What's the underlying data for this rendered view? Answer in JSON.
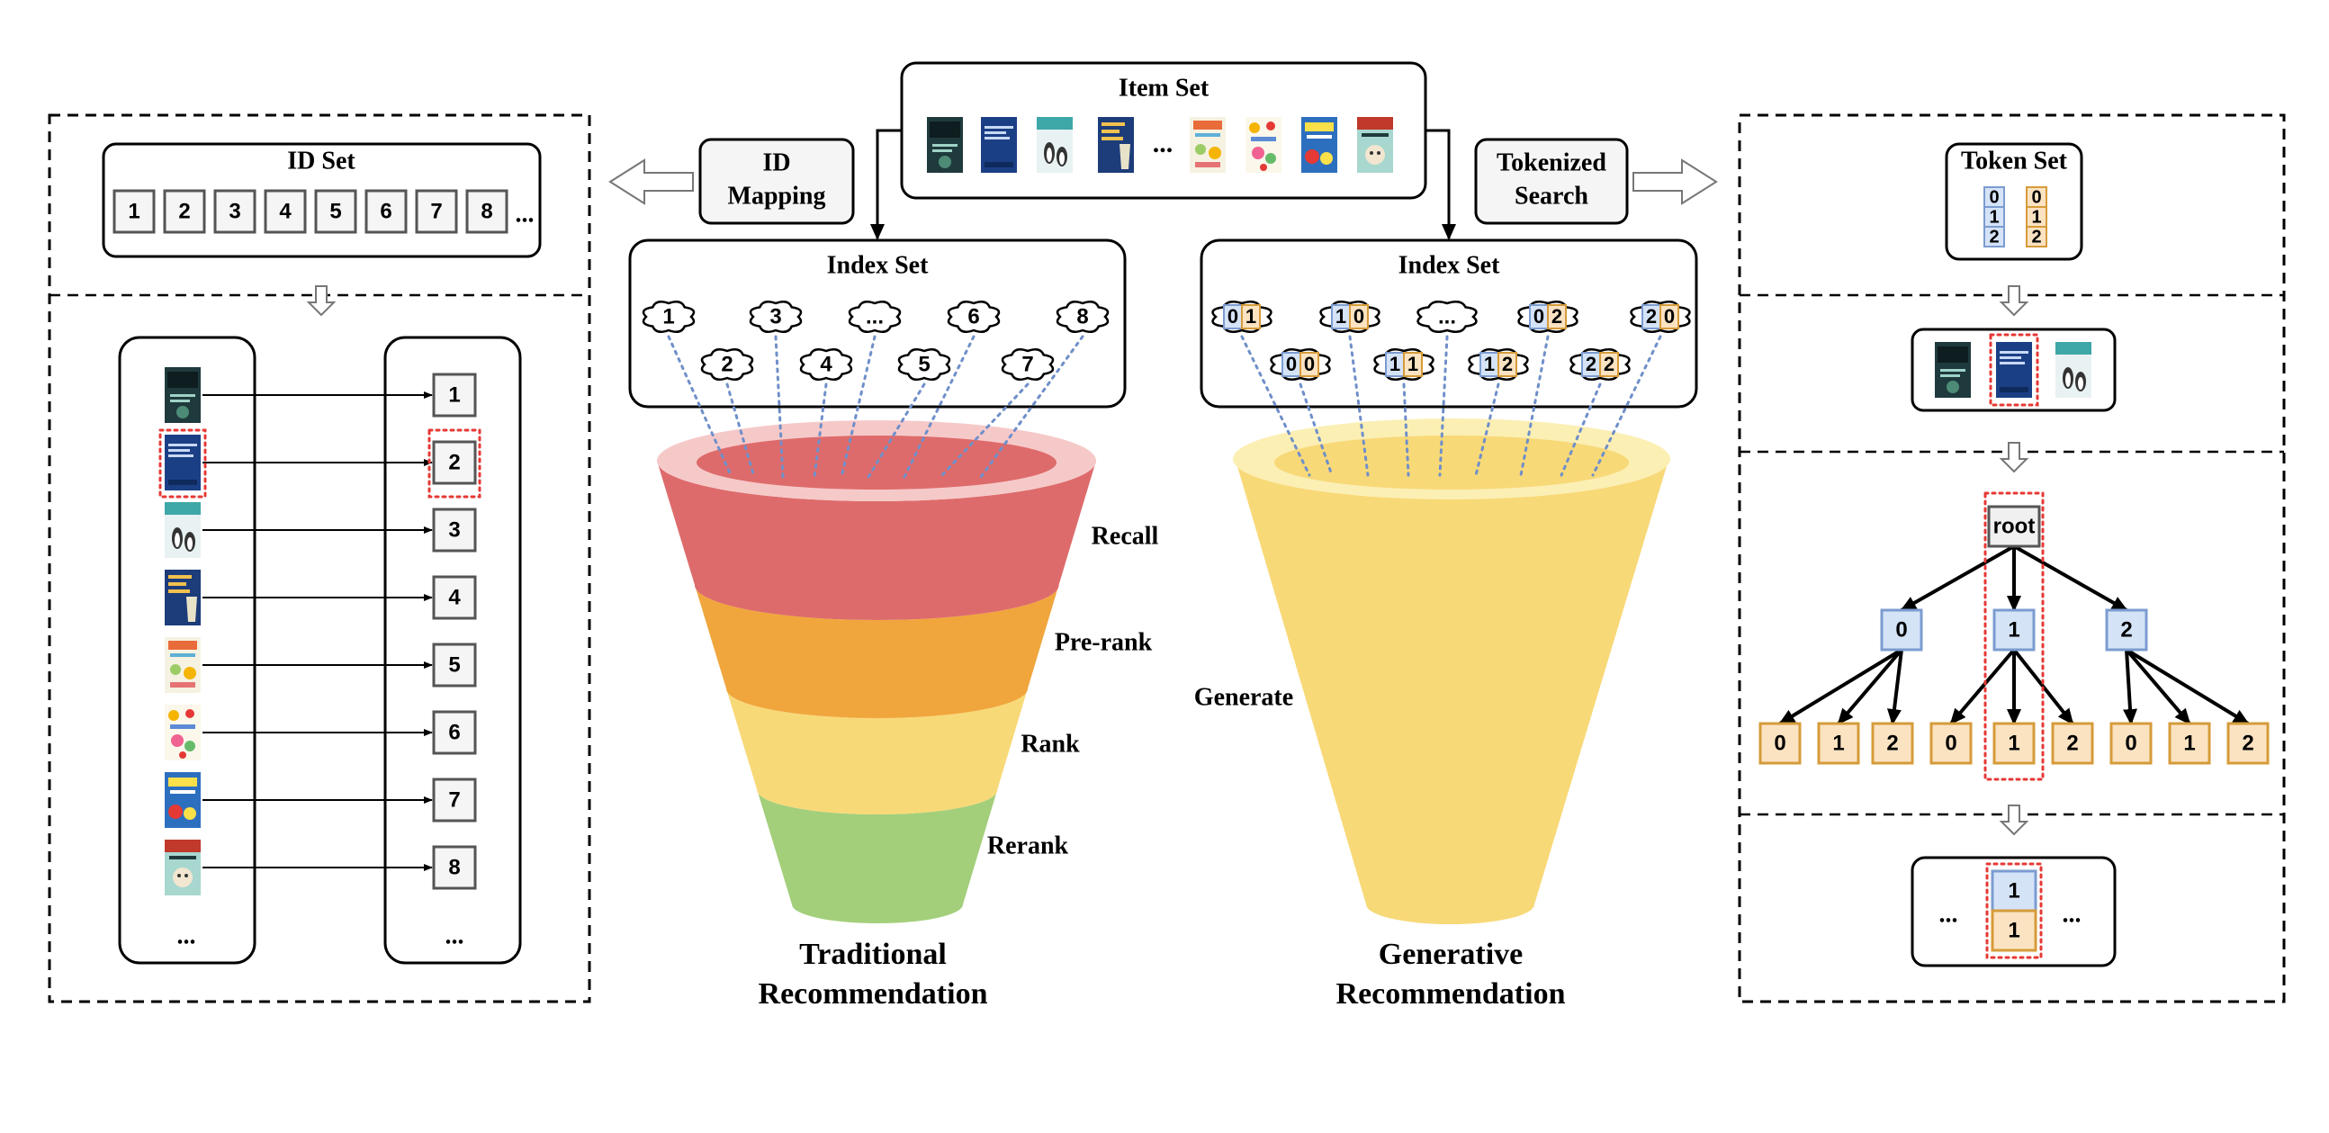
{
  "item_set": {
    "title": "Item Set",
    "ellipsis": "..."
  },
  "id_mapping": {
    "line1": "ID",
    "line2": "Mapping"
  },
  "tokenized_search": {
    "line1": "Tokenized",
    "line2": "Search"
  },
  "id_set": {
    "title": "ID Set",
    "ids": [
      "1",
      "2",
      "3",
      "4",
      "5",
      "6",
      "7",
      "8"
    ],
    "ellipsis": "..."
  },
  "mapping": {
    "ids": [
      "1",
      "2",
      "3",
      "4",
      "5",
      "6",
      "7",
      "8"
    ],
    "ellipsis_left": "...",
    "ellipsis_right": "..."
  },
  "trad_index": {
    "title": "Index Set",
    "clouds": [
      "1",
      "2",
      "3",
      "4",
      "...",
      "5",
      "6",
      "7",
      "8"
    ]
  },
  "gen_index": {
    "title": "Index Set",
    "clouds": [
      [
        "0",
        "1"
      ],
      [
        "0",
        "0"
      ],
      [
        "1",
        "0"
      ],
      [
        "1",
        "1"
      ],
      [
        "..."
      ],
      [
        "1",
        "2"
      ],
      [
        "0",
        "2"
      ],
      [
        "2",
        "2"
      ],
      [
        "2",
        "0"
      ]
    ]
  },
  "funnel": {
    "stages": [
      "Recall",
      "Pre-rank",
      "Rank",
      "Rerank"
    ],
    "colors": [
      "#de6b6b",
      "#f0a63c",
      "#f8d978",
      "#a3cf7b"
    ],
    "caption_line1": "Traditional",
    "caption_line2": "Recommendation"
  },
  "gen_funnel": {
    "label": "Generate",
    "color": "#f8d978",
    "caption_line1": "Generative",
    "caption_line2": "Recommendation"
  },
  "token_set": {
    "title": "Token Set",
    "col_a": [
      "0",
      "1",
      "2"
    ],
    "col_b": [
      "0",
      "1",
      "2"
    ]
  },
  "tree": {
    "root": "root",
    "level1": [
      "0",
      "1",
      "2"
    ],
    "level2": [
      "0",
      "1",
      "2",
      "0",
      "1",
      "2",
      "0",
      "1",
      "2"
    ]
  },
  "result": {
    "left": "...",
    "token_a": "1",
    "token_b": "1",
    "right": "..."
  },
  "colors": {
    "blue_token": "#d5e3f7",
    "blue_border": "#7c9cd0",
    "orange_token": "#fbe3c2",
    "orange_border": "#d69b3a",
    "highlight": "#e53935"
  }
}
